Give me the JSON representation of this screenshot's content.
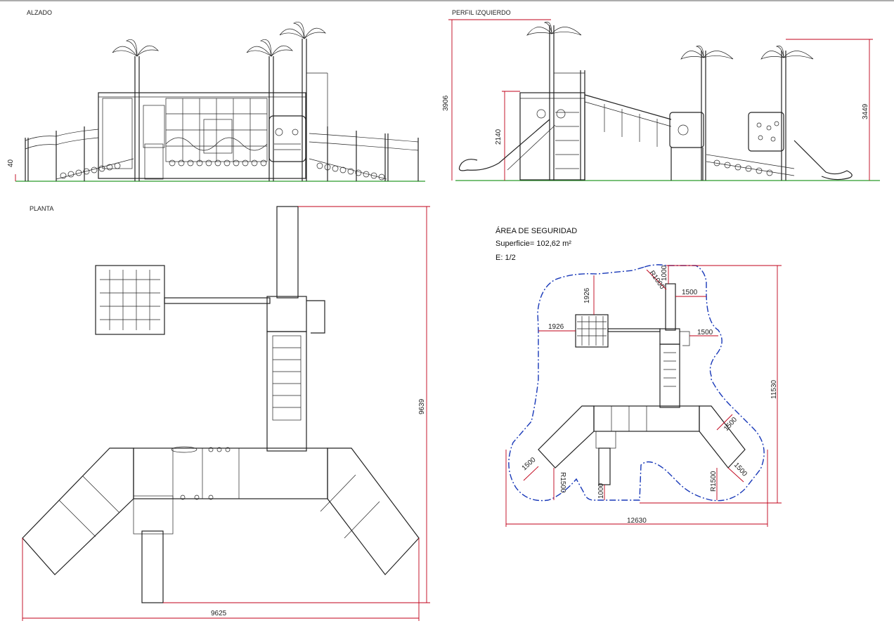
{
  "views": {
    "elevation": "ALZADO",
    "left_profile": "PERFIL  IZQUIERDO",
    "plan": "PLANTA"
  },
  "safety": {
    "title": "ÁREA DE SEGURIDAD",
    "surface": "Superficie= 102,62 m²",
    "scale": "E: 1/2"
  },
  "dims": {
    "elev_40": "40",
    "prof_3906": "3906",
    "prof_2140": "2140",
    "prof_3449": "3449",
    "plan_9639": "9639",
    "plan_9625": "9625",
    "s_1926_v": "1926",
    "s_1926_h": "1926",
    "s_1000_top": "1000",
    "s_r1000": "R1000",
    "s_1500_a": "1500",
    "s_1500_b": "1500",
    "s_11530": "11530",
    "s_1500_c": "1500",
    "s_1500_d": "1500",
    "s_1500_e": "1500",
    "s_r1500_a": "R1500",
    "s_r1500_b": "R1500",
    "s_1000_bottom": "1000",
    "s_12630": "12630"
  },
  "colors": {
    "line": "#222222",
    "dimension": "#c00018",
    "safety_boundary": "#1838b8",
    "ground": "#2a9a2a"
  }
}
